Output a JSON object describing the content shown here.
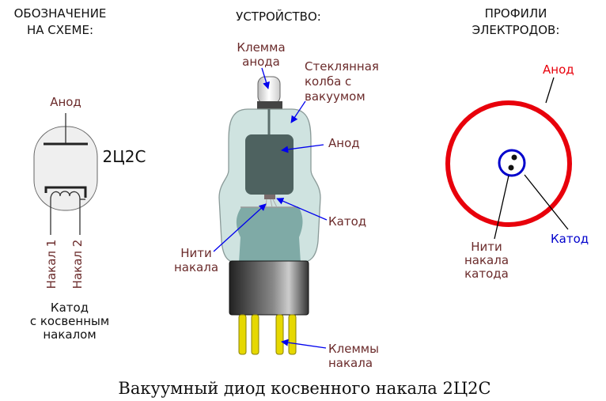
{
  "headers": {
    "schematic": [
      "ОБОЗНАЧЕНИЕ",
      "НА СХЕМЕ:"
    ],
    "device": "УСТРОЙСТВО:",
    "profiles": [
      "ПРОФИЛИ",
      "ЭЛЕКТРОДОВ:"
    ]
  },
  "schematic": {
    "anode": "Анод",
    "model": "2Ц2С",
    "heater1": "Накал 1",
    "heater2": "Накал 2",
    "cathode_note": [
      "Катод",
      "с косвенным",
      "накалом"
    ]
  },
  "device": {
    "anode_terminal": [
      "Клемма",
      "анода"
    ],
    "glass_bulb": [
      "Стеклянная",
      "колба с",
      "вакуумом"
    ],
    "anode": "Анод",
    "cathode": "Катод",
    "heater_filaments": [
      "Нити",
      "накала"
    ],
    "heater_terminals": [
      "Клеммы",
      "накала"
    ]
  },
  "profiles": {
    "anode": "Анод",
    "cathode": "Катод",
    "heater_filaments": [
      "Нити",
      "накала",
      "катода"
    ]
  },
  "colors": {
    "label": "#6b2b2b",
    "anode_ring": "#e8000b",
    "cathode_ring": "#0000cc",
    "arrow": "#0000ee"
  },
  "caption": "Вакуумный диод косвенного накала 2Ц2С"
}
